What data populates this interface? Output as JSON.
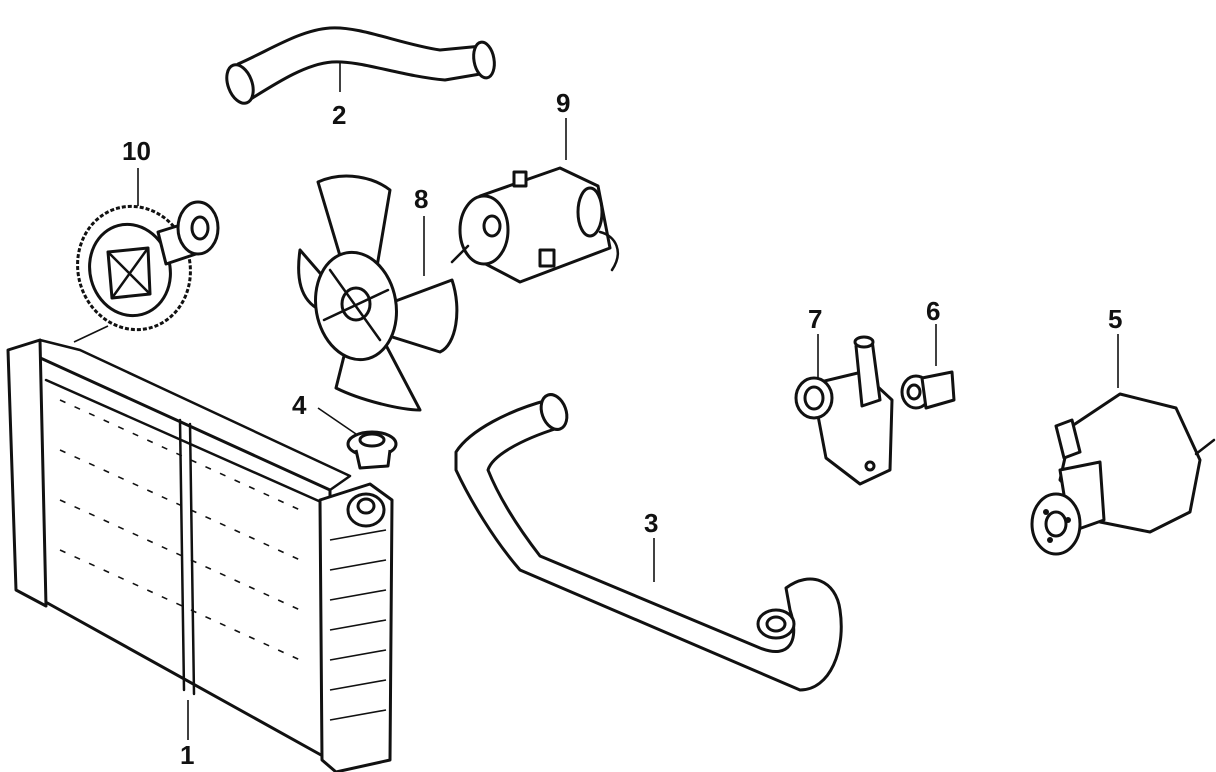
{
  "parts": [
    {
      "id": "radiator",
      "number": "1"
    },
    {
      "id": "upper-hose",
      "number": "2"
    },
    {
      "id": "lower-hose",
      "number": "3"
    },
    {
      "id": "radiator-cap",
      "number": "4"
    },
    {
      "id": "water-pump",
      "number": "5"
    },
    {
      "id": "thermostat",
      "number": "6"
    },
    {
      "id": "thermostat-housing",
      "number": "7"
    },
    {
      "id": "fan-blade",
      "number": "8"
    },
    {
      "id": "fan-motor",
      "number": "9"
    },
    {
      "id": "fan-clutch",
      "number": "10"
    }
  ],
  "colors": {
    "ink": "#111111",
    "paper": "#ffffff"
  }
}
